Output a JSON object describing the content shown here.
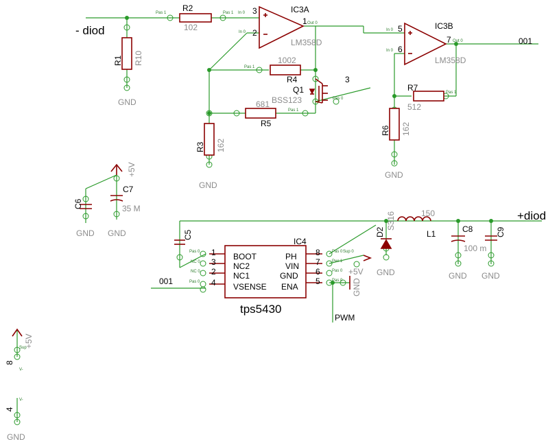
{
  "nets": {
    "diod_minus": "- diod",
    "diod_plus": "+diod",
    "net001": "001",
    "net001_ic4": "001",
    "pwm": "PWM",
    "three": "3",
    "plus5v": "+5V",
    "gnd": "GND"
  },
  "parts": {
    "r1": {
      "name": "R1",
      "value": "R10"
    },
    "r2": {
      "name": "R2",
      "value": "102"
    },
    "r3": {
      "name": "R3",
      "value": "162"
    },
    "r4": {
      "name": "R4",
      "value": "1002"
    },
    "r5": {
      "name": "R5",
      "value": "681"
    },
    "r6": {
      "name": "R6",
      "value": "162"
    },
    "r7": {
      "name": "R7",
      "value": "512"
    },
    "ic3a": {
      "name": "IC3A",
      "value": "LM358D"
    },
    "ic3b": {
      "name": "IC3B",
      "value": "LM358D"
    },
    "q1": {
      "name": "Q1",
      "value": "BSS123"
    },
    "c5": {
      "name": "C5"
    },
    "c6": {
      "name": "C6"
    },
    "c7": {
      "name": "C7",
      "value": "35 M"
    },
    "c8": {
      "name": "C8",
      "value": "100 m"
    },
    "c9": {
      "name": "C9"
    },
    "l1": {
      "name": "L1",
      "value": "150"
    },
    "d2": {
      "name": "D2",
      "value": "S316"
    },
    "ic4": {
      "name": "IC4",
      "value": "tps5430",
      "left_pins": [
        {
          "num": "1",
          "label": "BOOT"
        },
        {
          "num": "3",
          "label": "NC2"
        },
        {
          "num": "2",
          "label": "NC1"
        },
        {
          "num": "4",
          "label": "VSENSE"
        }
      ],
      "right_pins": [
        {
          "num": "8",
          "label": "PH"
        },
        {
          "num": "7",
          "label": "VIN"
        },
        {
          "num": "6",
          "label": "GND"
        },
        {
          "num": "5",
          "label": "ENA"
        }
      ]
    },
    "pwr8": {
      "num": "8"
    },
    "pwr4": {
      "num": "4"
    }
  },
  "pins": {
    "ic3a": {
      "p3": "3",
      "p2": "2",
      "p1": "1"
    },
    "ic3b": {
      "p5": "5",
      "p6": "6",
      "p7": "7"
    }
  },
  "pin_tags": {
    "pas1": "Pas 1",
    "pas0": "Pas 0",
    "in0": "In 0",
    "out0": "Out 0",
    "nc0": "NC 0",
    "sup0": "Sup 0",
    "pwr1": "Pwr 1",
    "bo": "Bo",
    "sup": "Sup",
    "pwr": "Pwr",
    "v": "V-"
  },
  "colors": {
    "wire": "#2a9a2a",
    "symbol": "#8b0000",
    "text": "#000000",
    "value_text": "#8c8c8c"
  }
}
